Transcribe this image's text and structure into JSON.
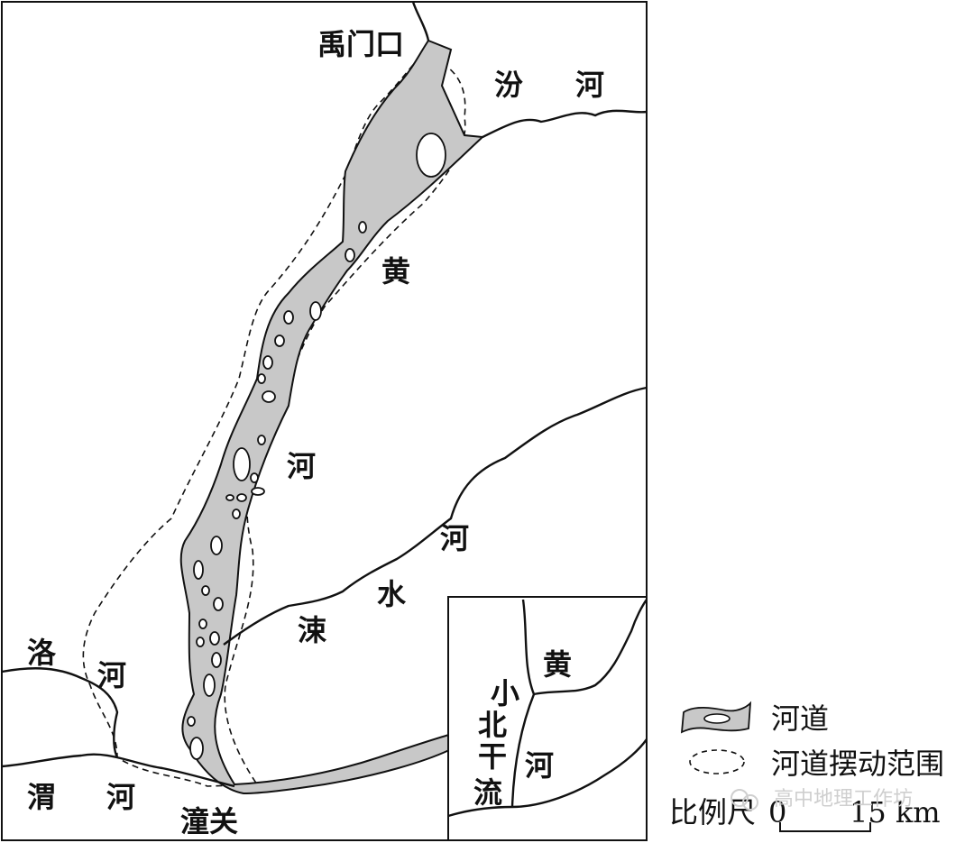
{
  "labels": {
    "yumenkou": "禹门口",
    "fenhe_1": "汾",
    "fenhe_2": "河",
    "huang_main": "黄",
    "he_main": "河",
    "sushui_1": "涑",
    "sushui_2": "水",
    "sushui_3": "河",
    "luohe_1": "洛",
    "luohe_2": "河",
    "weihe_1": "渭",
    "weihe_2": "河",
    "tongguan": "潼关",
    "inset_huang": "黄",
    "inset_he": "河",
    "inset_xiao": "小",
    "inset_bei": "北",
    "inset_gan": "干",
    "inset_liu": "流"
  },
  "legend": {
    "channel": "河道",
    "swing_range": "河道摆动范围"
  },
  "scale": {
    "label": "比例尺",
    "zero": "0",
    "distance": "15 km"
  },
  "watermark": "高中地理工作坊",
  "colors": {
    "channel_fill": "#c8c8c8",
    "line": "#111111"
  }
}
